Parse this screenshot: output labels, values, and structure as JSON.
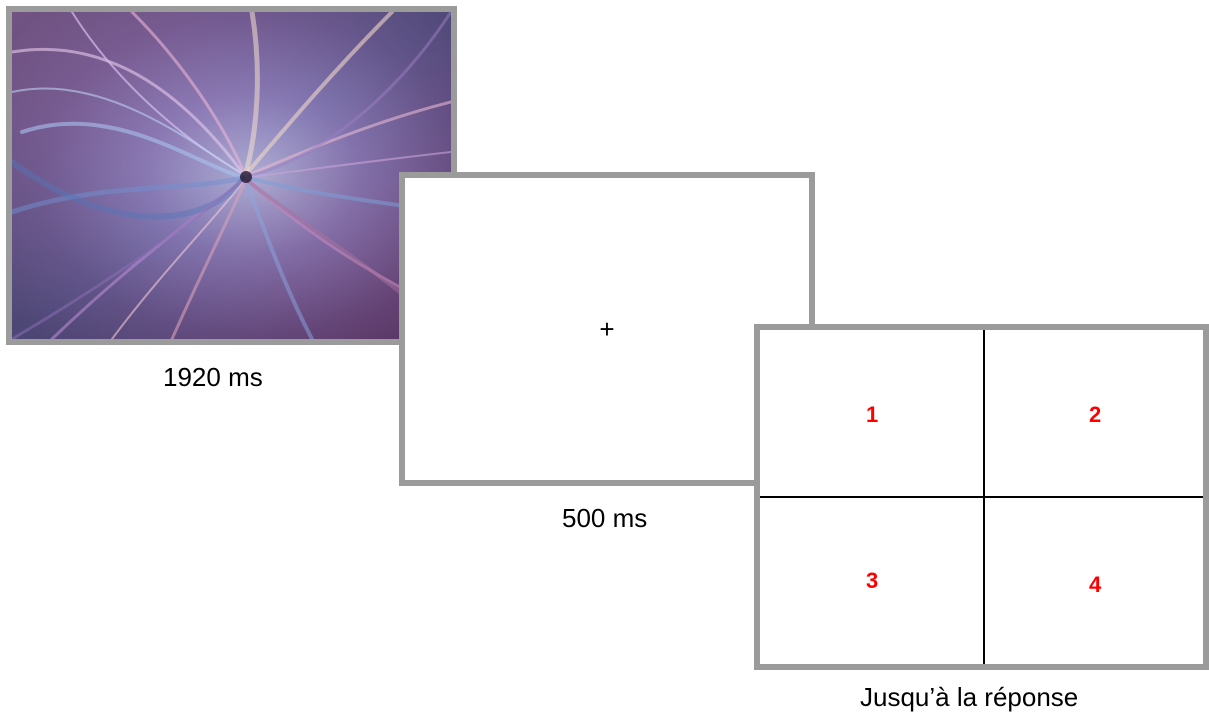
{
  "screens": {
    "stimulus": {
      "duration": "1920 ms",
      "image": "abstract-swirl-image"
    },
    "fixation": {
      "symbol": "+",
      "duration": "500 ms"
    },
    "response": {
      "quadrants": [
        "1",
        "2",
        "3",
        "4"
      ],
      "duration": "Jusqu’à la réponse",
      "number_color": "#ff0000"
    }
  },
  "colors": {
    "frame": "#9b9b9b",
    "grid": "#000000"
  }
}
